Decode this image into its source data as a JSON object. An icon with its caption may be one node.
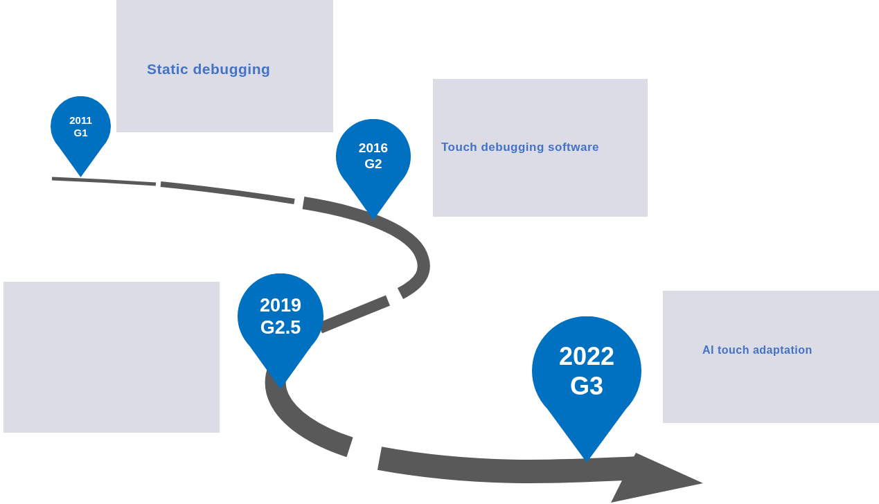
{
  "diagram": {
    "nodes": [
      {
        "text": [
          "Static debugging"
        ]
      },
      {
        "text": [
          "2011 G1"
        ]
      },
      {
        "text": [
          "2016 G2"
        ]
      },
      {
        "text": [
          "Touch debugging software"
        ]
      },
      {
        "text": [],
        "shape": "box"
      },
      {
        "text": [
          "2019 G2.5"
        ]
      },
      {
        "text": [
          "2022 G3"
        ]
      },
      {
        "text": [
          "AI touch adaptation"
        ]
      }
    ]
  }
}
